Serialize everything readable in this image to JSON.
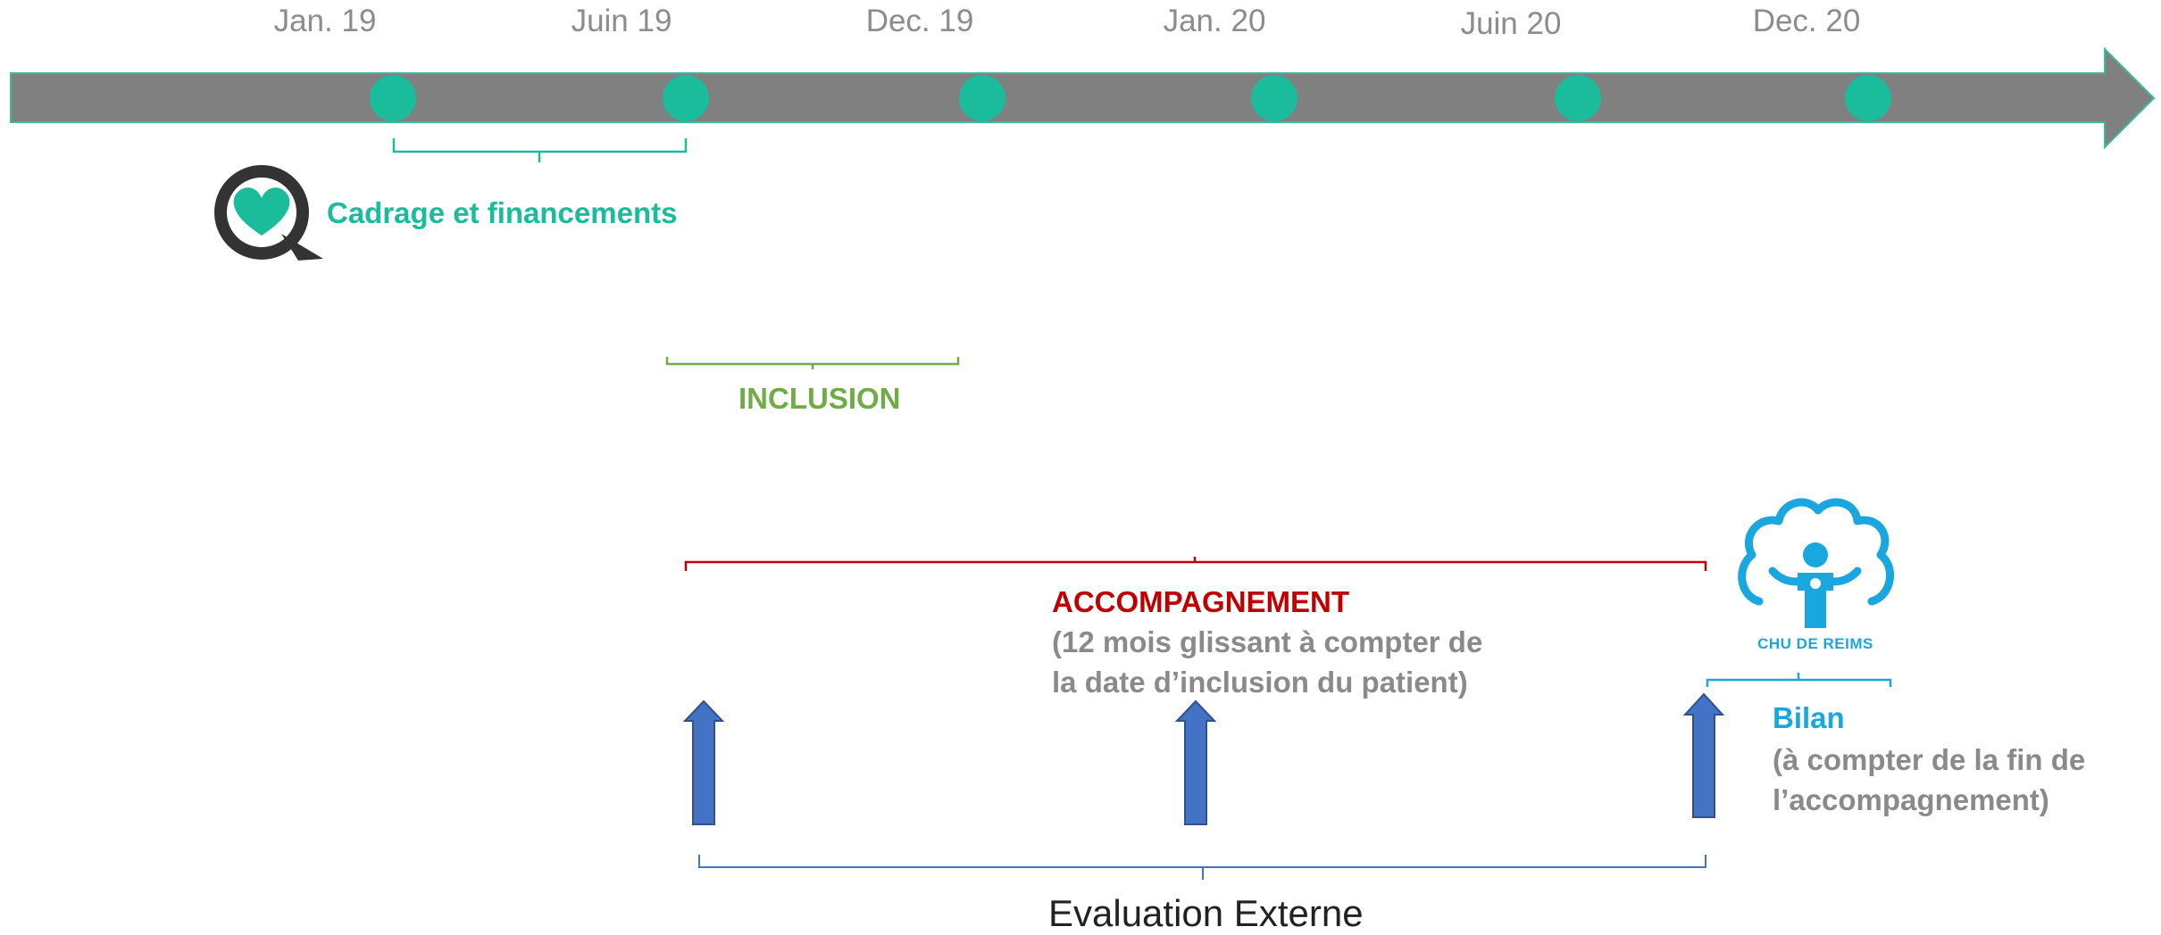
{
  "timeline": {
    "months": [
      "Jan. 19",
      "Juin 19",
      "Dec. 19",
      "Jan. 20",
      "Juin 20",
      "Dec. 20"
    ]
  },
  "phases": {
    "cadrage": {
      "label": "Cadrage et financements"
    },
    "inclusion": {
      "label": "INCLUSION"
    },
    "accompagnement": {
      "label": "ACCOMPAGNEMENT",
      "note_line1": "(12 mois glissant à compter de",
      "note_line2": "la date d’inclusion du patient)"
    },
    "bilan": {
      "label": "Bilan",
      "note_line1": "(à compter de la fin de",
      "note_line2": "l’accompagnement)"
    },
    "evaluation": {
      "label": "Evaluation Externe"
    }
  },
  "logos": {
    "chu": {
      "text": "CHU DE REIMS"
    }
  },
  "colors": {
    "arrow_gray": "#808080",
    "milestone_teal": "#1abc9c",
    "inclusion_green": "#6fac46",
    "accompagnement_red": "#c00000",
    "bilan_blue": "#1aa7e0",
    "evaluation_blue": "#4472c4",
    "note_gray": "#8a8a8a"
  }
}
